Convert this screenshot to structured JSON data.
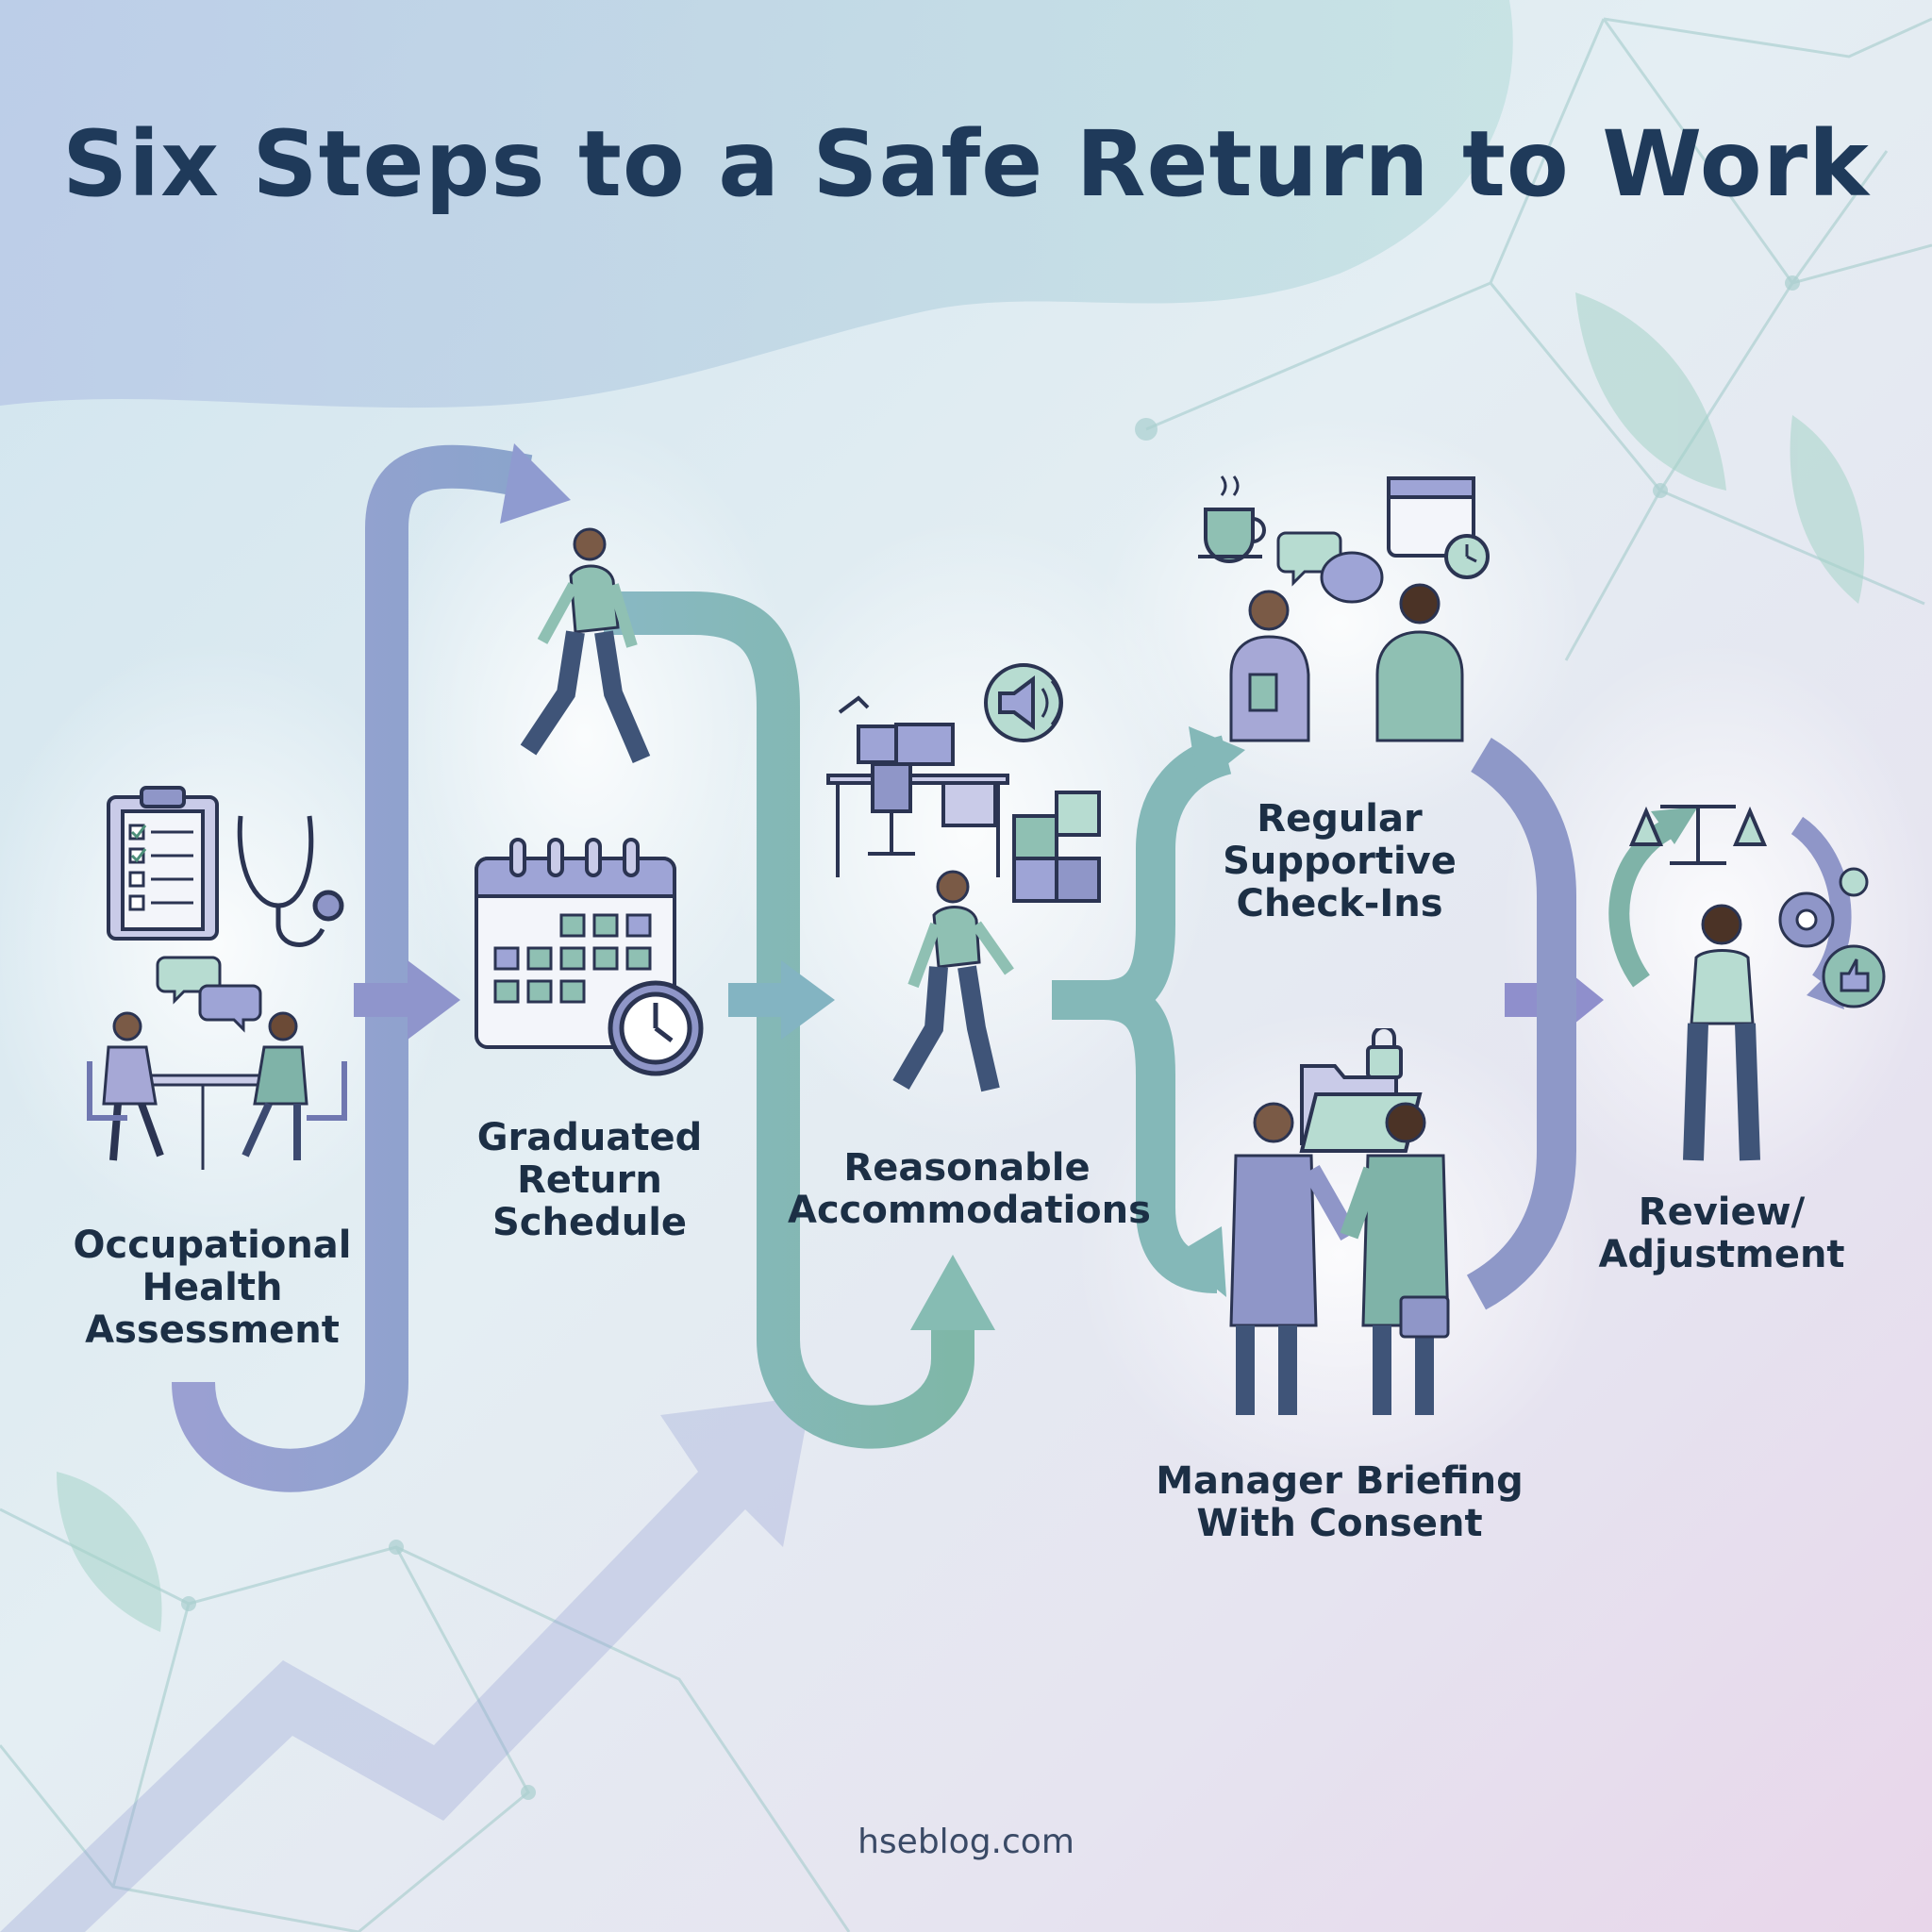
{
  "title": "Six Steps to a Safe Return to Work",
  "steps": [
    {
      "label": "Occupational\nHealth\nAssessment"
    },
    {
      "label": "Graduated\nReturn\nSchedule"
    },
    {
      "label": "Reasonable\nAccommodations"
    },
    {
      "label": "Regular\nSupportive\nCheck-Ins"
    },
    {
      "label": "Manager Briefing\nWith Consent"
    },
    {
      "label": "Review/\nAdjustment"
    }
  ],
  "footer": "hseblog.com",
  "colors": {
    "title": "#1f3a5a",
    "arrow_purple": "#8a93c8",
    "arrow_teal": "#7fb5b3",
    "figure_purple": "#8f96c8",
    "figure_teal": "#7fb3a8",
    "outline": "#2b3452"
  },
  "icons": [
    "clipboard-icon",
    "stethoscope-icon",
    "chat-bubble-icon",
    "walking-person-icon",
    "calendar-icon",
    "clock-icon",
    "desk-icon",
    "speaker-icon",
    "puzzle-icon",
    "coffee-icon",
    "calendar-clock-icon",
    "folder-lock-icon",
    "briefcase-icon",
    "handshake-icon",
    "scales-icon",
    "gear-icon",
    "thumbs-up-icon",
    "cycle-arrows-icon"
  ]
}
